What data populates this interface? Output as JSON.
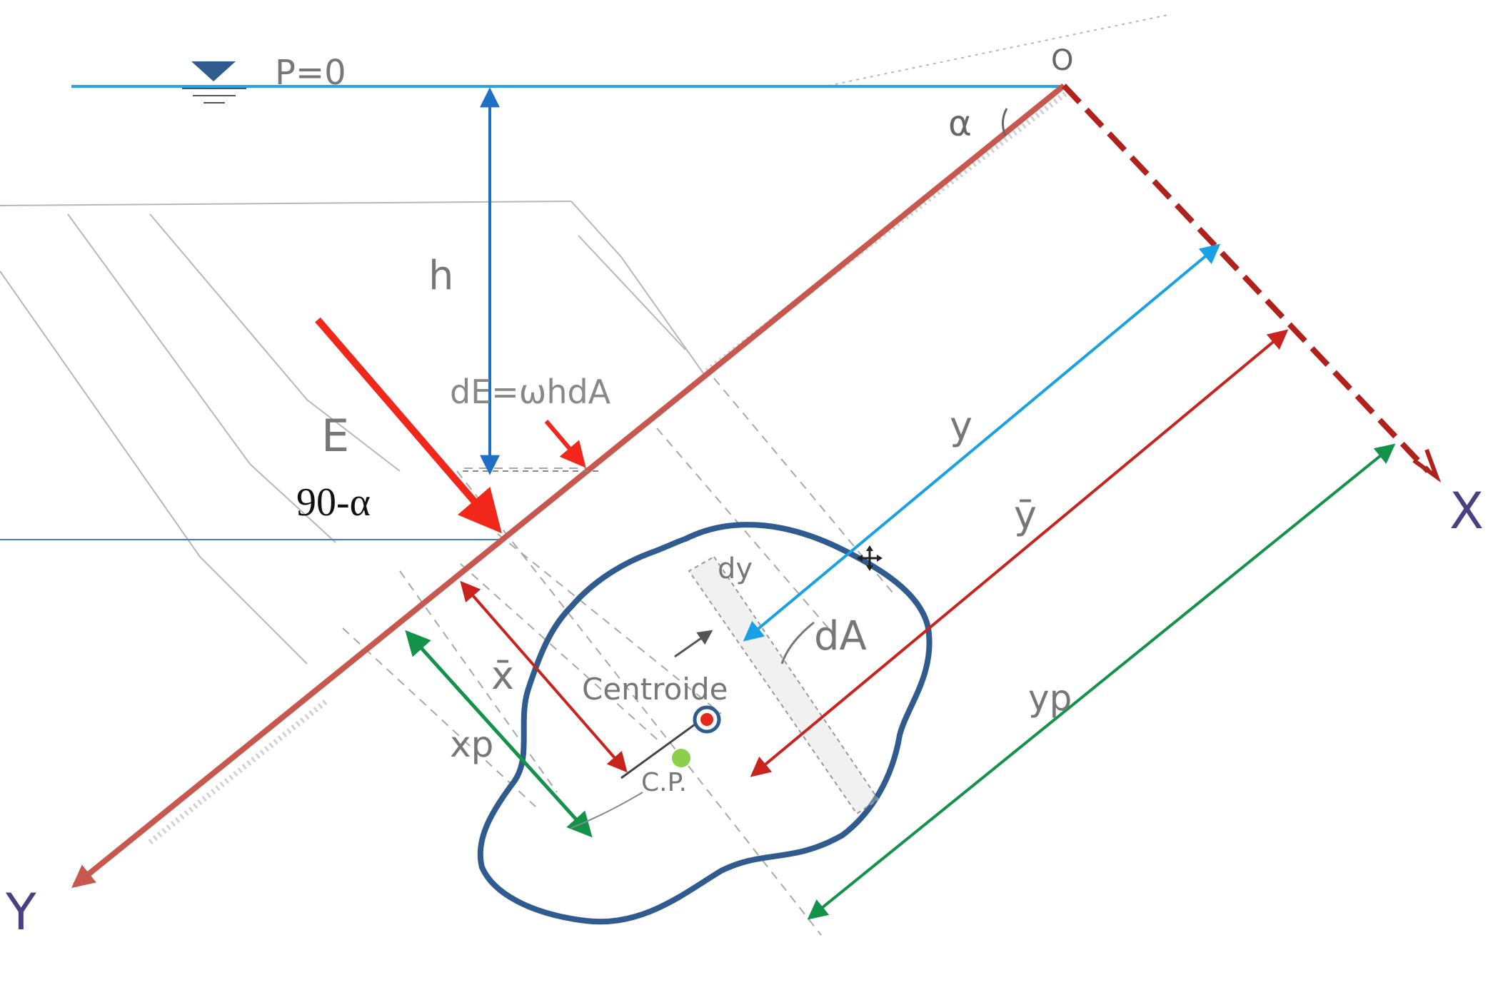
{
  "diagram": {
    "labels": {
      "pressure": "P=0",
      "origin": "O",
      "angle": "α",
      "depth": "h",
      "force_element": "dE=ωhdA",
      "force": "E",
      "angle_complement": "90-α",
      "y_axis_top": "y",
      "y_bar": "ȳ",
      "y_p": "yp",
      "x_axis": "X",
      "y_axis": "Y",
      "dy": "dy",
      "dA": "dA",
      "centroid": "Centroide",
      "center_pressure": "C.P.",
      "x_bar": "x̄",
      "x_p": "xp"
    },
    "colors": {
      "water_line": "#29a3e6",
      "plate": "#c8584e",
      "dashed_axis": "#b0211c",
      "force_arrow": "#f0271a",
      "depth_arrow": "#1f6fc4",
      "y_arrow": "#1aa0e6",
      "ybar_arrow": "#c8231c",
      "yp_arrow": "#13924a",
      "xp_arrow": "#13924a",
      "xbar_arrow": "#c8231c",
      "blob": "#2f5b8e",
      "centroid_dot": "#e8271b",
      "cp_dot": "#8ccf4c",
      "pencil": "#8c8c8c"
    }
  }
}
